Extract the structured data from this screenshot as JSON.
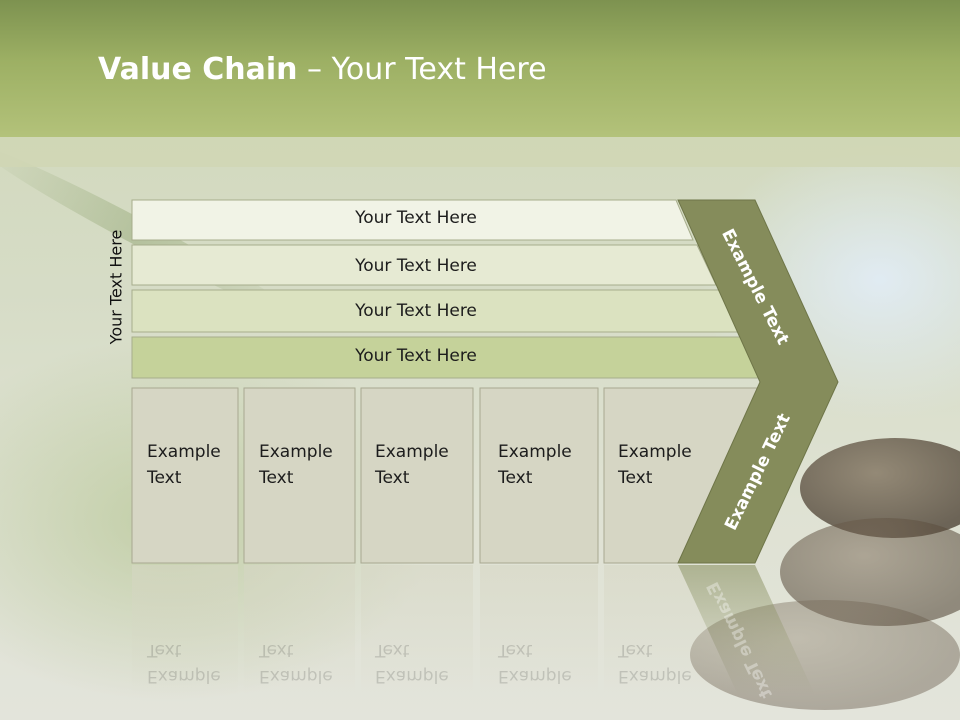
{
  "slide": {
    "title_bold": "Value Chain",
    "title_rest": " – Your Text Here",
    "vertical_label": "Your Text Here"
  },
  "diagram": {
    "rows": [
      {
        "label": "Your Text Here"
      },
      {
        "label": "Your Text Here"
      },
      {
        "label": "Your Text Here"
      },
      {
        "label": "Your Text Here"
      }
    ],
    "boxes": [
      {
        "line1": "Example",
        "line2": "Text"
      },
      {
        "line1": "Example",
        "line2": "Text"
      },
      {
        "line1": "Example",
        "line2": "Text"
      },
      {
        "line1": "Example",
        "line2": "Text"
      },
      {
        "line1": "Example",
        "line2": "Text"
      }
    ],
    "chevron_upper_label": "Example Text",
    "chevron_lower_label": "Example Text"
  },
  "colors": {
    "header": "#9db064",
    "row_1": "#f1f3e6",
    "row_2": "#e6ead3",
    "row_3": "#dbe2c0",
    "row_4": "#c5d29a",
    "box_fill": "#d6d6c4",
    "chevron": "#858c5b"
  }
}
